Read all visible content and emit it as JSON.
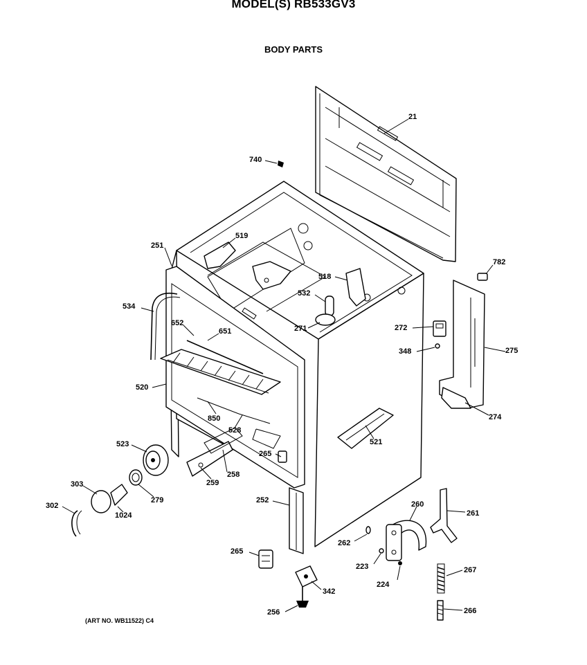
{
  "header": {
    "model_title": "MODEL(S) RB533GV3",
    "section_title": "BODY PARTS"
  },
  "footer": {
    "art_number": "(ART NO. WB11522) C4"
  },
  "callouts": {
    "c21": "21",
    "c740": "740",
    "c782": "782",
    "c251": "251",
    "c519": "519",
    "c518": "518",
    "c532": "532",
    "c534": "534",
    "c652": "652",
    "c651": "651",
    "c271": "271",
    "c272": "272",
    "c348": "348",
    "c275": "275",
    "c520": "520",
    "c850": "850",
    "c528": "528",
    "c274": "274",
    "c521": "521",
    "c523": "523",
    "c265a": "265",
    "c259": "259",
    "c258": "258",
    "c303": "303",
    "c279": "279",
    "c302": "302",
    "c1024": "1024",
    "c252": "252",
    "c260": "260",
    "c261": "261",
    "c262": "262",
    "c265b": "265",
    "c223": "223",
    "c224": "224",
    "c267": "267",
    "c342": "342",
    "c256": "256",
    "c266": "266"
  }
}
